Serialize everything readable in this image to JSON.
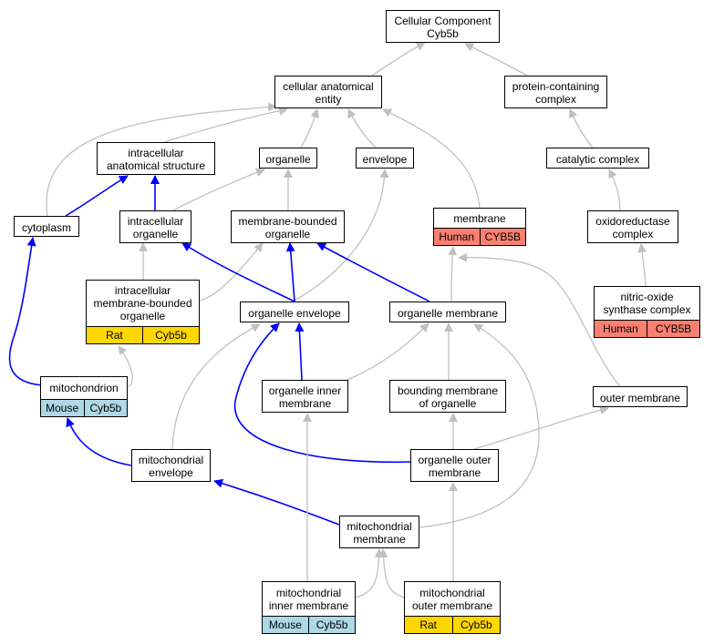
{
  "colors": {
    "blue_edge": "#0000ff",
    "gray_edge": "#c0c0c0",
    "human": "#fa8072",
    "rat": "#ffd700",
    "mouse": "#add8e6"
  },
  "nodes": {
    "cellular_component": {
      "label": "Cellular Component\nCyb5b"
    },
    "cellular_anatomical_entity": {
      "label": "cellular anatomical\nentity"
    },
    "protein_containing_complex": {
      "label": "protein-containing\ncomplex"
    },
    "intracellular_anatomical_structure": {
      "label": "intracellular\nanatomical structure"
    },
    "organelle": {
      "label": "organelle"
    },
    "envelope": {
      "label": "envelope"
    },
    "catalytic_complex": {
      "label": "catalytic complex"
    },
    "cytoplasm": {
      "label": "cytoplasm"
    },
    "intracellular_organelle": {
      "label": "intracellular\norganelle"
    },
    "membrane_bounded_organelle": {
      "label": "membrane-bounded\norganelle"
    },
    "membrane": {
      "label": "membrane",
      "tags": [
        {
          "species": "Human",
          "gene": "CYB5B"
        }
      ]
    },
    "oxidoreductase_complex": {
      "label": "oxidoreductase\ncomplex"
    },
    "intracellular_membrane_bounded_organelle": {
      "label": "intracellular\nmembrane-bounded\norganelle",
      "tags": [
        {
          "species": "Rat",
          "gene": "Cyb5b"
        }
      ]
    },
    "organelle_envelope": {
      "label": "organelle envelope"
    },
    "organelle_membrane": {
      "label": "organelle membrane"
    },
    "nitric_oxide_synthase_complex": {
      "label": "nitric-oxide\nsynthase complex",
      "tags": [
        {
          "species": "Human",
          "gene": "CYB5B"
        }
      ]
    },
    "mitochondrion": {
      "label": "mitochondrion",
      "tags": [
        {
          "species": "Mouse",
          "gene": "Cyb5b"
        }
      ]
    },
    "organelle_inner_membrane": {
      "label": "organelle inner\nmembrane"
    },
    "bounding_membrane_of_organelle": {
      "label": "bounding membrane\nof organelle"
    },
    "outer_membrane": {
      "label": "outer membrane"
    },
    "mitochondrial_envelope": {
      "label": "mitochondrial\nenvelope"
    },
    "organelle_outer_membrane": {
      "label": "organelle outer\nmembrane"
    },
    "mitochondrial_membrane": {
      "label": "mitochondrial\nmembrane"
    },
    "mitochondrial_inner_membrane": {
      "label": "mitochondrial\ninner membrane",
      "tags": [
        {
          "species": "Mouse",
          "gene": "Cyb5b"
        }
      ]
    },
    "mitochondrial_outer_membrane": {
      "label": "mitochondrial\nouter membrane",
      "tags": [
        {
          "species": "Rat",
          "gene": "Cyb5b"
        }
      ]
    }
  },
  "edges": [
    {
      "from": "cellular_anatomical_entity",
      "to": "cellular_component",
      "kind": "is_a"
    },
    {
      "from": "protein_containing_complex",
      "to": "cellular_component",
      "kind": "is_a"
    },
    {
      "from": "intracellular_anatomical_structure",
      "to": "cellular_anatomical_entity",
      "kind": "is_a"
    },
    {
      "from": "organelle",
      "to": "cellular_anatomical_entity",
      "kind": "is_a"
    },
    {
      "from": "envelope",
      "to": "cellular_anatomical_entity",
      "kind": "is_a"
    },
    {
      "from": "membrane",
      "to": "cellular_anatomical_entity",
      "kind": "is_a"
    },
    {
      "from": "cytoplasm",
      "to": "cellular_anatomical_entity",
      "kind": "is_a"
    },
    {
      "from": "catalytic_complex",
      "to": "protein_containing_complex",
      "kind": "is_a"
    },
    {
      "from": "cytoplasm",
      "to": "intracellular_anatomical_structure",
      "kind": "part_of"
    },
    {
      "from": "intracellular_organelle",
      "to": "intracellular_anatomical_structure",
      "kind": "part_of"
    },
    {
      "from": "intracellular_organelle",
      "to": "organelle",
      "kind": "is_a"
    },
    {
      "from": "membrane_bounded_organelle",
      "to": "organelle",
      "kind": "is_a"
    },
    {
      "from": "organelle_envelope",
      "to": "envelope",
      "kind": "is_a"
    },
    {
      "from": "oxidoreductase_complex",
      "to": "catalytic_complex",
      "kind": "is_a"
    },
    {
      "from": "intracellular_membrane_bounded_organelle",
      "to": "intracellular_organelle",
      "kind": "is_a"
    },
    {
      "from": "intracellular_membrane_bounded_organelle",
      "to": "membrane_bounded_organelle",
      "kind": "is_a"
    },
    {
      "from": "organelle_envelope",
      "to": "intracellular_organelle",
      "kind": "part_of"
    },
    {
      "from": "organelle_envelope",
      "to": "membrane_bounded_organelle",
      "kind": "part_of"
    },
    {
      "from": "organelle_membrane",
      "to": "membrane_bounded_organelle",
      "kind": "part_of"
    },
    {
      "from": "organelle_membrane",
      "to": "membrane",
      "kind": "is_a"
    },
    {
      "from": "outer_membrane",
      "to": "membrane",
      "kind": "is_a"
    },
    {
      "from": "nitric_oxide_synthase_complex",
      "to": "oxidoreductase_complex",
      "kind": "is_a"
    },
    {
      "from": "mitochondrion",
      "to": "cytoplasm",
      "kind": "part_of"
    },
    {
      "from": "mitochondrion",
      "to": "intracellular_membrane_bounded_organelle",
      "kind": "is_a"
    },
    {
      "from": "organelle_inner_membrane",
      "to": "organelle_envelope",
      "kind": "part_of"
    },
    {
      "from": "organelle_inner_membrane",
      "to": "organelle_membrane",
      "kind": "is_a"
    },
    {
      "from": "bounding_membrane_of_organelle",
      "to": "organelle_membrane",
      "kind": "is_a"
    },
    {
      "from": "mitochondrial_envelope",
      "to": "organelle_envelope",
      "kind": "is_a"
    },
    {
      "from": "mitochondrial_envelope",
      "to": "mitochondrion",
      "kind": "part_of"
    },
    {
      "from": "organelle_outer_membrane",
      "to": "organelle_envelope",
      "kind": "part_of"
    },
    {
      "from": "organelle_outer_membrane",
      "to": "bounding_membrane_of_organelle",
      "kind": "is_a"
    },
    {
      "from": "organelle_outer_membrane",
      "to": "outer_membrane",
      "kind": "is_a"
    },
    {
      "from": "mitochondrial_membrane",
      "to": "mitochondrial_envelope",
      "kind": "part_of"
    },
    {
      "from": "mitochondrial_membrane",
      "to": "organelle_membrane",
      "kind": "is_a"
    },
    {
      "from": "mitochondrial_inner_membrane",
      "to": "organelle_inner_membrane",
      "kind": "is_a"
    },
    {
      "from": "mitochondrial_inner_membrane",
      "to": "mitochondrial_membrane",
      "kind": "is_a"
    },
    {
      "from": "mitochondrial_outer_membrane",
      "to": "organelle_outer_membrane",
      "kind": "is_a"
    },
    {
      "from": "mitochondrial_outer_membrane",
      "to": "mitochondrial_membrane",
      "kind": "is_a"
    }
  ]
}
